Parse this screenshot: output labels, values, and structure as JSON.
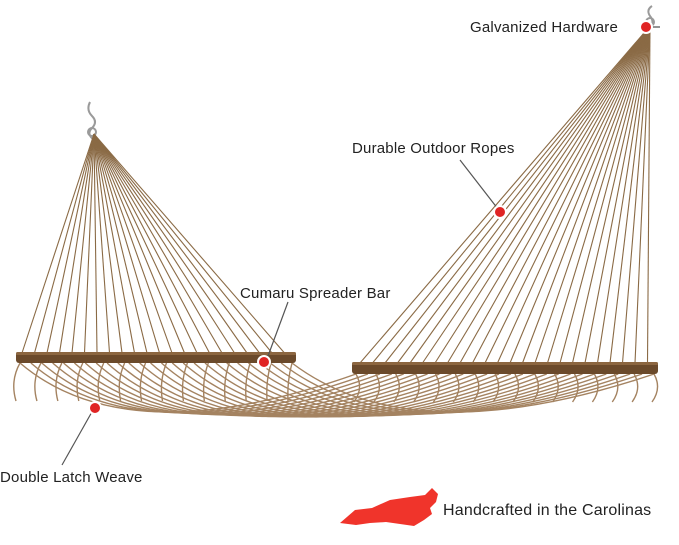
{
  "callouts": {
    "hardware": "Galvanized Hardware",
    "ropes": "Durable Outdoor Ropes",
    "spreader_bar": "Cumaru Spreader Bar",
    "weave": "Double Latch Weave"
  },
  "origin": "Handcrafted in the Carolinas",
  "colors": {
    "rope": "#8a6a45",
    "wood": "#6b4a2b",
    "marker": "#e02424",
    "state": "#f0342b",
    "leader": "#555555"
  },
  "icons": [
    "north-carolina-shape-icon",
    "callout-dot-icon",
    "hammock-illustration"
  ]
}
